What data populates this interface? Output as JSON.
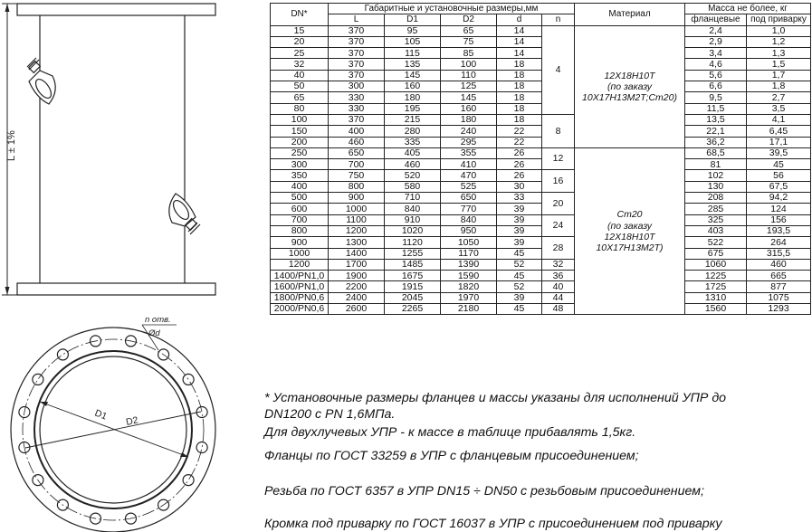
{
  "drawing": {
    "dimension_label": "L ± 1%",
    "holes_label": "n отв.",
    "hole_diameter_label": "Ød",
    "d1_label": "D1",
    "d2_label": "D2"
  },
  "table": {
    "header": {
      "dn": "DN*",
      "dims_group": "Габаритные и установочные размеры,мм",
      "L": "L",
      "D1": "D1",
      "D2": "D2",
      "d": "d",
      "n": "n",
      "material": "Материал",
      "mass_group": "Масса не более, кг",
      "mass_flanged": "фланцевые",
      "mass_welded": "под приварку"
    },
    "rows": [
      {
        "dn": "15",
        "L": "370",
        "D1": "95",
        "D2": "65",
        "d": "14",
        "m1": "2,4",
        "m2": "1,0"
      },
      {
        "dn": "20",
        "L": "370",
        "D1": "105",
        "D2": "75",
        "d": "14",
        "m1": "2,9",
        "m2": "1,2"
      },
      {
        "dn": "25",
        "L": "370",
        "D1": "115",
        "D2": "85",
        "d": "14",
        "m1": "3,4",
        "m2": "1,3"
      },
      {
        "dn": "32",
        "L": "370",
        "D1": "135",
        "D2": "100",
        "d": "18",
        "m1": "4,6",
        "m2": "1,5"
      },
      {
        "dn": "40",
        "L": "370",
        "D1": "145",
        "D2": "110",
        "d": "18",
        "m1": "5,6",
        "m2": "1,7"
      },
      {
        "dn": "50",
        "L": "300",
        "D1": "160",
        "D2": "125",
        "d": "18",
        "m1": "6,6",
        "m2": "1,8"
      },
      {
        "dn": "65",
        "L": "330",
        "D1": "180",
        "D2": "145",
        "d": "18",
        "m1": "9,5",
        "m2": "2,7"
      },
      {
        "dn": "80",
        "L": "330",
        "D1": "195",
        "D2": "160",
        "d": "18",
        "m1": "11,5",
        "m2": "3,5"
      },
      {
        "dn": "100",
        "L": "370",
        "D1": "215",
        "D2": "180",
        "d": "18",
        "m1": "13,5",
        "m2": "4,1"
      },
      {
        "dn": "150",
        "L": "400",
        "D1": "280",
        "D2": "240",
        "d": "22",
        "m1": "22,1",
        "m2": "6,45"
      },
      {
        "dn": "200",
        "L": "460",
        "D1": "335",
        "D2": "295",
        "d": "22",
        "m1": "36,2",
        "m2": "17,1"
      },
      {
        "dn": "250",
        "L": "650",
        "D1": "405",
        "D2": "355",
        "d": "26",
        "m1": "68,5",
        "m2": "39,5"
      },
      {
        "dn": "300",
        "L": "700",
        "D1": "460",
        "D2": "410",
        "d": "26",
        "m1": "81",
        "m2": "45"
      },
      {
        "dn": "350",
        "L": "750",
        "D1": "520",
        "D2": "470",
        "d": "26",
        "m1": "102",
        "m2": "56"
      },
      {
        "dn": "400",
        "L": "800",
        "D1": "580",
        "D2": "525",
        "d": "30",
        "m1": "130",
        "m2": "67,5"
      },
      {
        "dn": "500",
        "L": "900",
        "D1": "710",
        "D2": "650",
        "d": "33",
        "m1": "208",
        "m2": "94,2"
      },
      {
        "dn": "600",
        "L": "1000",
        "D1": "840",
        "D2": "770",
        "d": "39",
        "m1": "285",
        "m2": "124"
      },
      {
        "dn": "700",
        "L": "1100",
        "D1": "910",
        "D2": "840",
        "d": "39",
        "m1": "325",
        "m2": "156"
      },
      {
        "dn": "800",
        "L": "1200",
        "D1": "1020",
        "D2": "950",
        "d": "39",
        "m1": "403",
        "m2": "193,5"
      },
      {
        "dn": "900",
        "L": "1300",
        "D1": "1120",
        "D2": "1050",
        "d": "39",
        "m1": "522",
        "m2": "264"
      },
      {
        "dn": "1000",
        "L": "1400",
        "D1": "1255",
        "D2": "1170",
        "d": "45",
        "m1": "675",
        "m2": "315,5"
      },
      {
        "dn": "1200",
        "L": "1700",
        "D1": "1485",
        "D2": "1390",
        "d": "52",
        "m1": "1060",
        "m2": "460"
      },
      {
        "dn": "1400/PN1,0",
        "L": "1900",
        "D1": "1675",
        "D2": "1590",
        "d": "45",
        "m1": "1225",
        "m2": "665"
      },
      {
        "dn": "1600/PN1,0",
        "L": "2200",
        "D1": "1915",
        "D2": "1820",
        "d": "52",
        "m1": "1725",
        "m2": "877"
      },
      {
        "dn": "1800/PN0,6",
        "L": "2400",
        "D1": "2045",
        "D2": "1970",
        "d": "39",
        "m1": "1310",
        "m2": "1075"
      },
      {
        "dn": "2000/PN0,6",
        "L": "2600",
        "D1": "2265",
        "D2": "2180",
        "d": "45",
        "m1": "1560",
        "m2": "1293"
      }
    ],
    "n_groups": [
      {
        "value": "4",
        "rows": 8
      },
      {
        "value": "8",
        "rows": 3
      },
      {
        "value": "12",
        "rows": 2
      },
      {
        "value": "16",
        "rows": 2
      },
      {
        "value": "20",
        "rows": 2
      },
      {
        "value": "24",
        "rows": 2
      },
      {
        "value": "28",
        "rows": 2
      },
      {
        "value": "32",
        "rows": 1
      },
      {
        "value": "36",
        "rows": 1
      },
      {
        "value": "40",
        "rows": 1
      },
      {
        "value": "44",
        "rows": 1
      },
      {
        "value": "48",
        "rows": 1
      }
    ],
    "material_groups": [
      {
        "lines": [
          "12Х18Н10Т",
          "(по заказу",
          "10Х17Н13М2Т;Ст20)"
        ],
        "rows": 11
      },
      {
        "lines": [
          "Ст20",
          "(по заказу",
          "12Х18Н10Т",
          "10Х17Н13М2Т)"
        ],
        "rows": 15
      }
    ]
  },
  "notes": {
    "line1": "* Установочные размеры фланцев и массы  указаны для исполнений УПР до",
    "line2": "DN1200 с PN 1,6МПа.",
    "line3": "Для двухлучевых УПР -  к массе в таблице прибавлять 1,5кг.",
    "line4": "Фланцы по ГОСТ 33259 в УПР с фланцевым присоединением;",
    "line5": "Резьба по ГОСТ 6357 в УПР  DN15 ÷ DN50 с резьбовым присоединением;",
    "line6": "Кромка под приварку по ГОСТ 16037 в УПР с присоединением под приварку"
  }
}
